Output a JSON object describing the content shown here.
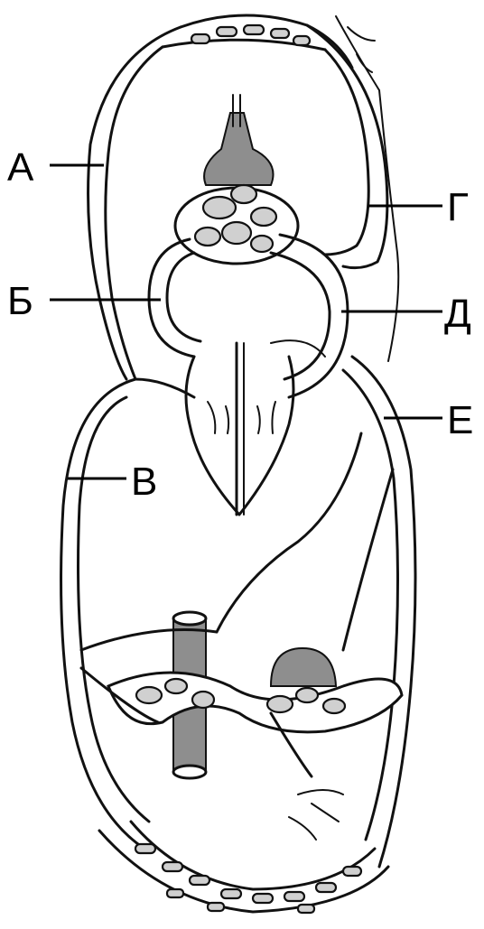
{
  "labels": {
    "a": "А",
    "b": "Б",
    "v": "В",
    "g": "Г",
    "d": "Д",
    "e": "Е"
  }
}
